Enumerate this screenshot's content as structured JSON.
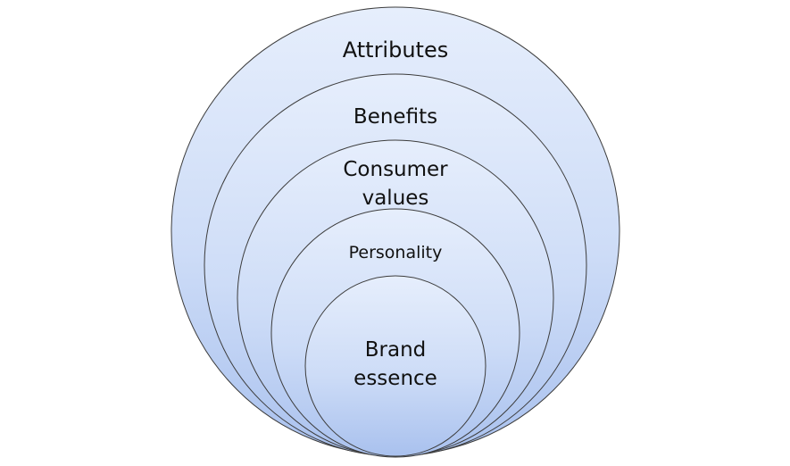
{
  "diagram": {
    "rings": [
      {
        "lines": [
          "Attributes"
        ]
      },
      {
        "lines": [
          "Benefits"
        ]
      },
      {
        "lines": [
          "Consumer",
          "values"
        ]
      },
      {
        "lines": [
          "Personality"
        ]
      },
      {
        "lines": [
          "Brand",
          "essence"
        ]
      }
    ],
    "colors": {
      "fill_light": "#e6eefc",
      "fill_dark": "#a9c1ee",
      "stroke": "#3c3c3c",
      "text": "#111111"
    }
  }
}
